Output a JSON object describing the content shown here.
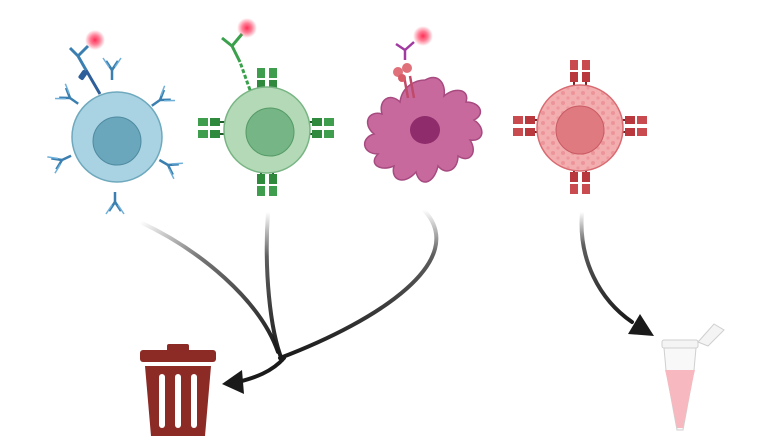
{
  "diagram": {
    "cells": [
      {
        "id": "cell-blue",
        "kind": "labeled-by-antibody",
        "color": "#8fc3d6",
        "nucleus": "#5e9fb6",
        "receptor": "#3a7fb0",
        "fate": "discard"
      },
      {
        "id": "cell-green",
        "kind": "labeled-by-antibody",
        "color": "#a7d2ac",
        "nucleus": "#6bb07a",
        "receptor": "#2f8a3e",
        "fate": "discard"
      },
      {
        "id": "cell-dendritic",
        "kind": "labeled-by-antibody",
        "color": "#c36b9e",
        "nucleus": "#8f2f6c",
        "receptor": "#b04a9a",
        "fate": "discard"
      },
      {
        "id": "cell-red",
        "kind": "unlabeled-target",
        "color": "#f2a7a8",
        "nucleus": "#e0767d",
        "receptor": "#c93a3f",
        "fate": "collect"
      }
    ],
    "targets": {
      "discard": {
        "icon": "trash-bin-icon",
        "color": "#8c2b26"
      },
      "collect": {
        "icon": "microcentrifuge-tube-icon",
        "color": "#f5b7bd"
      }
    },
    "marker_glow_color": "#ff3b5c",
    "arrow_color": "#1a1a1a"
  }
}
